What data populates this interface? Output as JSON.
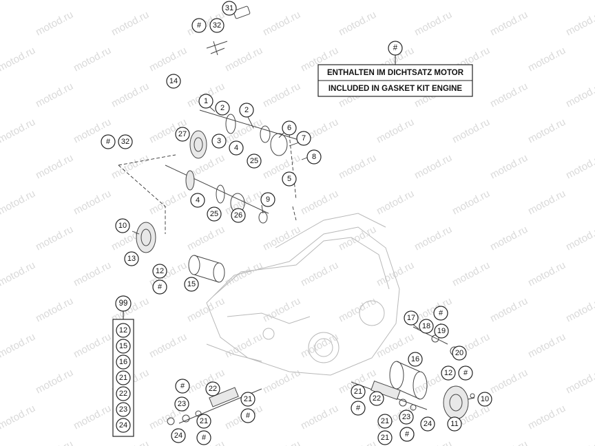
{
  "watermark": "motod.ru",
  "legend": {
    "marker": "#",
    "line_de": "ENTHALTEN IM DICHTSATZ MOTOR",
    "line_en": "INCLUDED IN GASKET KIT ENGINE"
  },
  "kit_list": {
    "header": "99",
    "items": [
      "12",
      "15",
      "16",
      "21",
      "22",
      "23",
      "24"
    ]
  },
  "callouts": [
    "31",
    "#",
    "32",
    "14",
    "1",
    "2",
    "2",
    "27",
    "3",
    "4",
    "6",
    "7",
    "25",
    "8",
    "5",
    "#",
    "32",
    "4",
    "9",
    "25",
    "26",
    "10",
    "13",
    "12",
    "#",
    "15",
    "17",
    "18",
    "#",
    "19",
    "20",
    "16",
    "12",
    "#",
    "10",
    "11",
    "#",
    "22",
    "23",
    "21",
    "#",
    "24",
    "21",
    "#",
    "21",
    "22",
    "#",
    "21",
    "23",
    "#",
    "24",
    "21",
    "#"
  ]
}
